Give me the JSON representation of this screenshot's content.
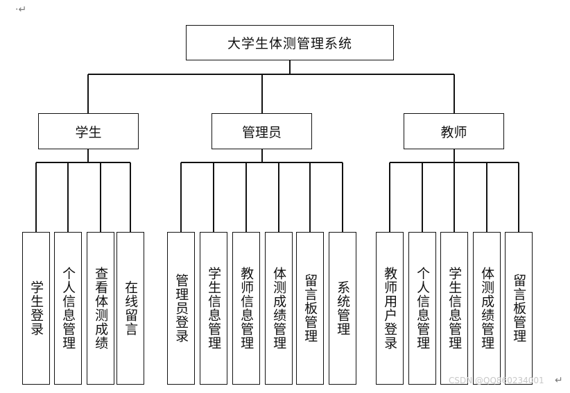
{
  "corner_mark": "·↵",
  "watermark": "CSDN @QQ860234001",
  "end_mark": "↵",
  "root": {
    "label": "大学生体测管理系统"
  },
  "groups": [
    {
      "label": "学生",
      "items": [
        "学生登录",
        "个人信息管理",
        "查看体测成绩",
        "在线留言"
      ]
    },
    {
      "label": "管理员",
      "items": [
        "管理员登录",
        "学生信息管理",
        "教师信息管理",
        "体测成绩管理",
        "留言板管理",
        "系统管理"
      ]
    },
    {
      "label": "教师",
      "items": [
        "教师用户登录",
        "个人信息管理",
        "学生信息管理",
        "体测成绩管理",
        "留言板管理"
      ]
    }
  ]
}
